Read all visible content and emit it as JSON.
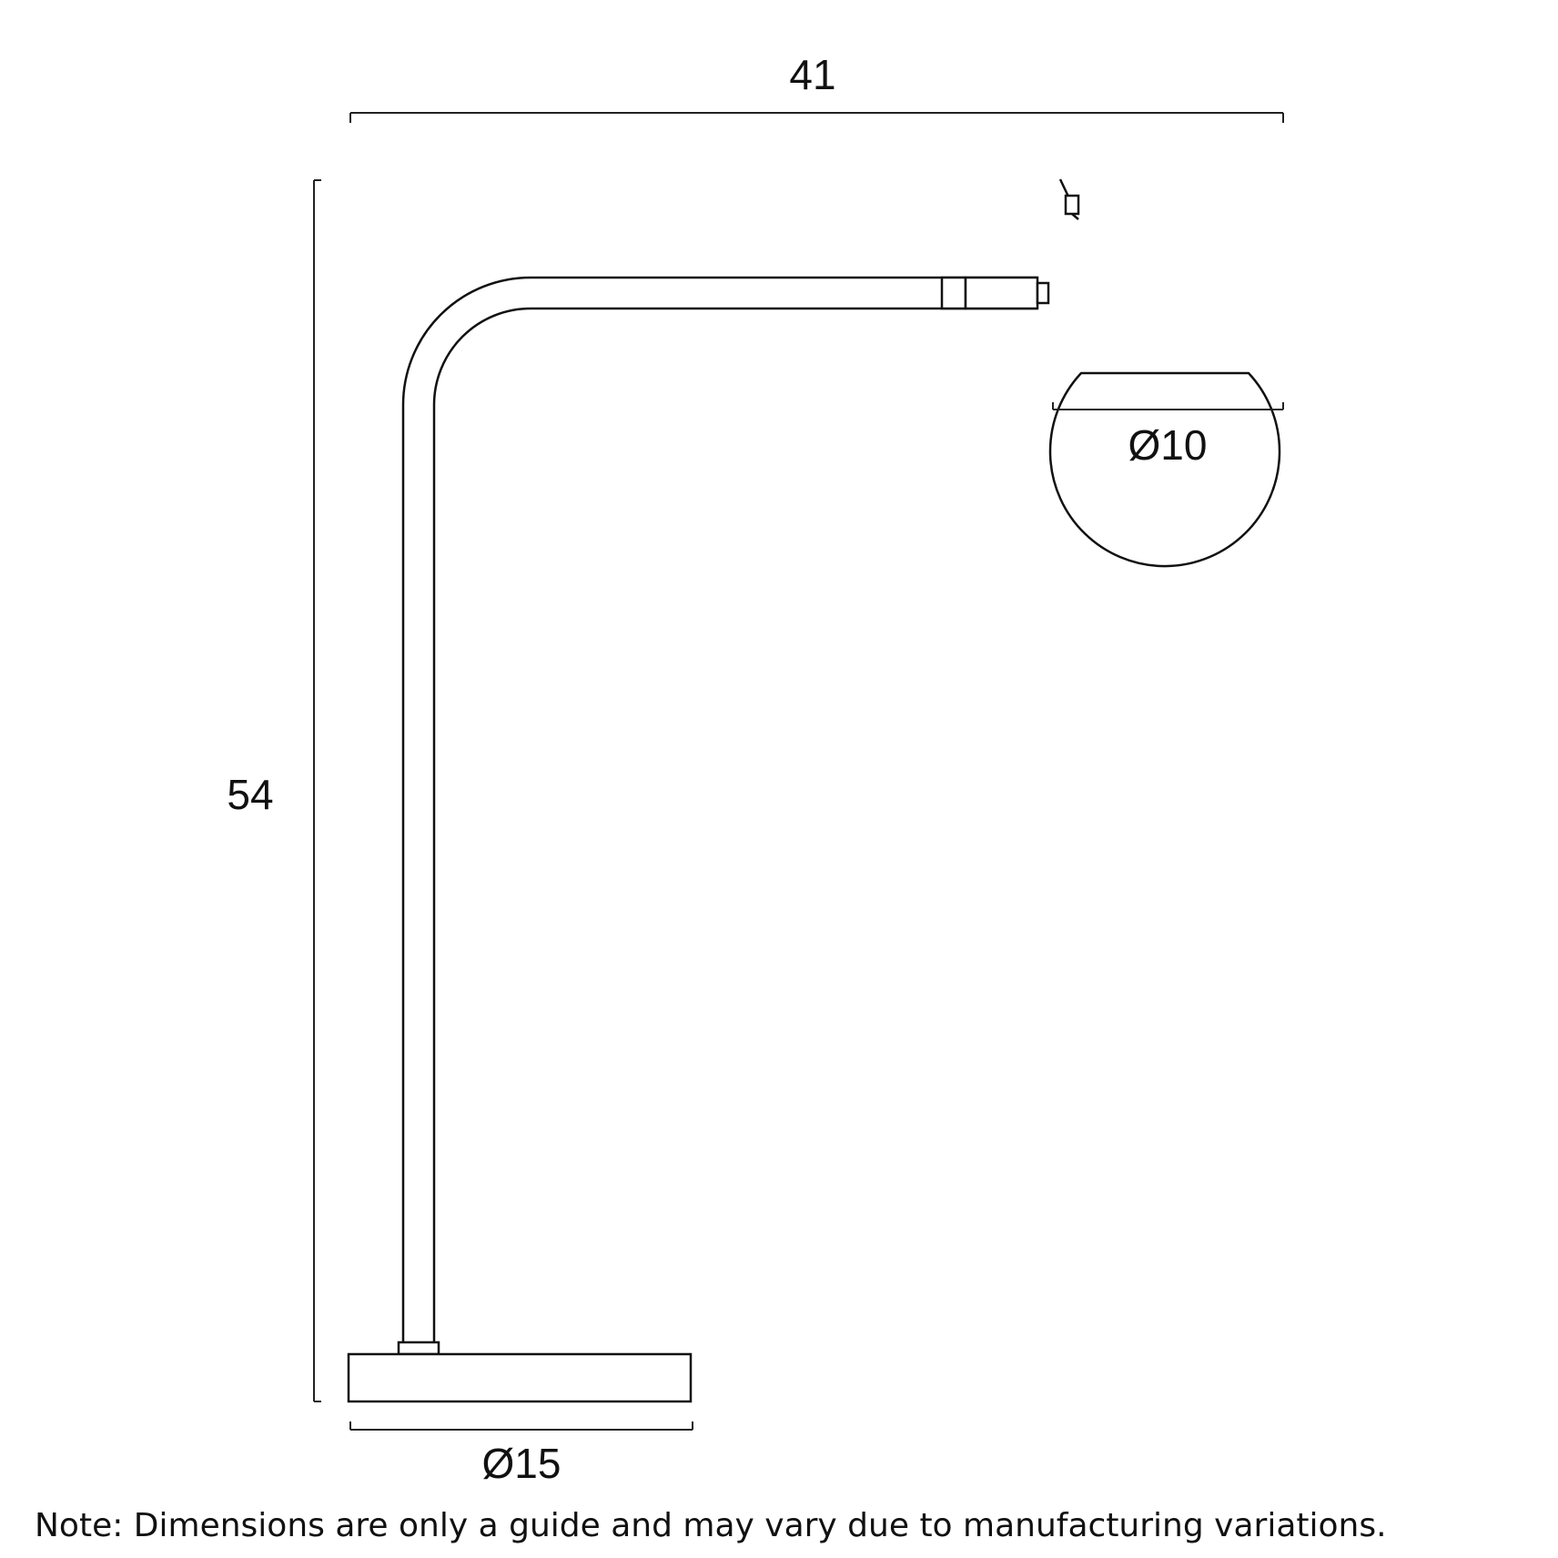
{
  "dimensions": {
    "width": "41",
    "height": "54",
    "shade_diameter": "Ø10",
    "base_diameter": "Ø15"
  },
  "note": "Note: Dimensions are only a guide and may vary due to manufacturing variations.",
  "colors": {
    "line": "#111111",
    "background": "#ffffff"
  }
}
